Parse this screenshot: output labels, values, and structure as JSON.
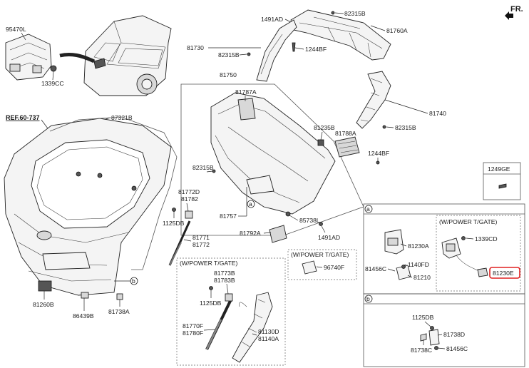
{
  "header": {
    "fr_label": "FR."
  },
  "labels": {
    "p95470L": "95470L",
    "p1339CC": "1339CC",
    "p1491AD_top": "1491AD",
    "p82315B_top": "82315B",
    "p81760A": "81760A",
    "p81730": "81730",
    "p82315B_left": "82315B",
    "p1244BF_top": "1244BF",
    "p81750": "81750",
    "p81787A": "81787A",
    "p81740": "81740",
    "p82315B_right": "82315B",
    "ref": "REF.60-737",
    "p87321B": "87321B",
    "p81235B": "81235B",
    "p81788A": "81788A",
    "p1244BF_mid": "1244BF",
    "p82315B_mid": "82315B",
    "p1249GE": "1249GE",
    "p81772D": "81772D",
    "p81782": "81782",
    "p1125DB_a": "1125DB",
    "p81757": "81757",
    "p85738L": "85738L",
    "p81792A": "81792A",
    "p1491AD_mid": "1491AD",
    "p81771": "81771",
    "p81772": "81772",
    "power_tgate_1": "(W/POWER T/GATE)",
    "p96740F": "96740F",
    "power_tgate_2": "(W/POWER T/GATE)",
    "p81773B": "81773B",
    "p81783B": "81783B",
    "p1125DB_b": "1125DB",
    "p81770F": "81770F",
    "p81780F": "81780F",
    "p81130D": "81130D",
    "p81140A": "81140A",
    "p81260B": "81260B",
    "p86439B": "86439B",
    "p81738A": "81738A",
    "section_a": "a",
    "section_b": "b",
    "power_tgate_3": "(W/POWER T/GATE)",
    "p81230A": "81230A",
    "p1140FD": "1140FD",
    "p81456C_a": "81456C",
    "p81210": "81210",
    "p1339CD": "1339CD",
    "p81230E": "81230E",
    "p1125DB_c": "1125DB",
    "p81738D": "81738D",
    "p81738C": "81738C",
    "p81456C_b": "81456C",
    "callout_a": "a",
    "callout_b": "b"
  }
}
